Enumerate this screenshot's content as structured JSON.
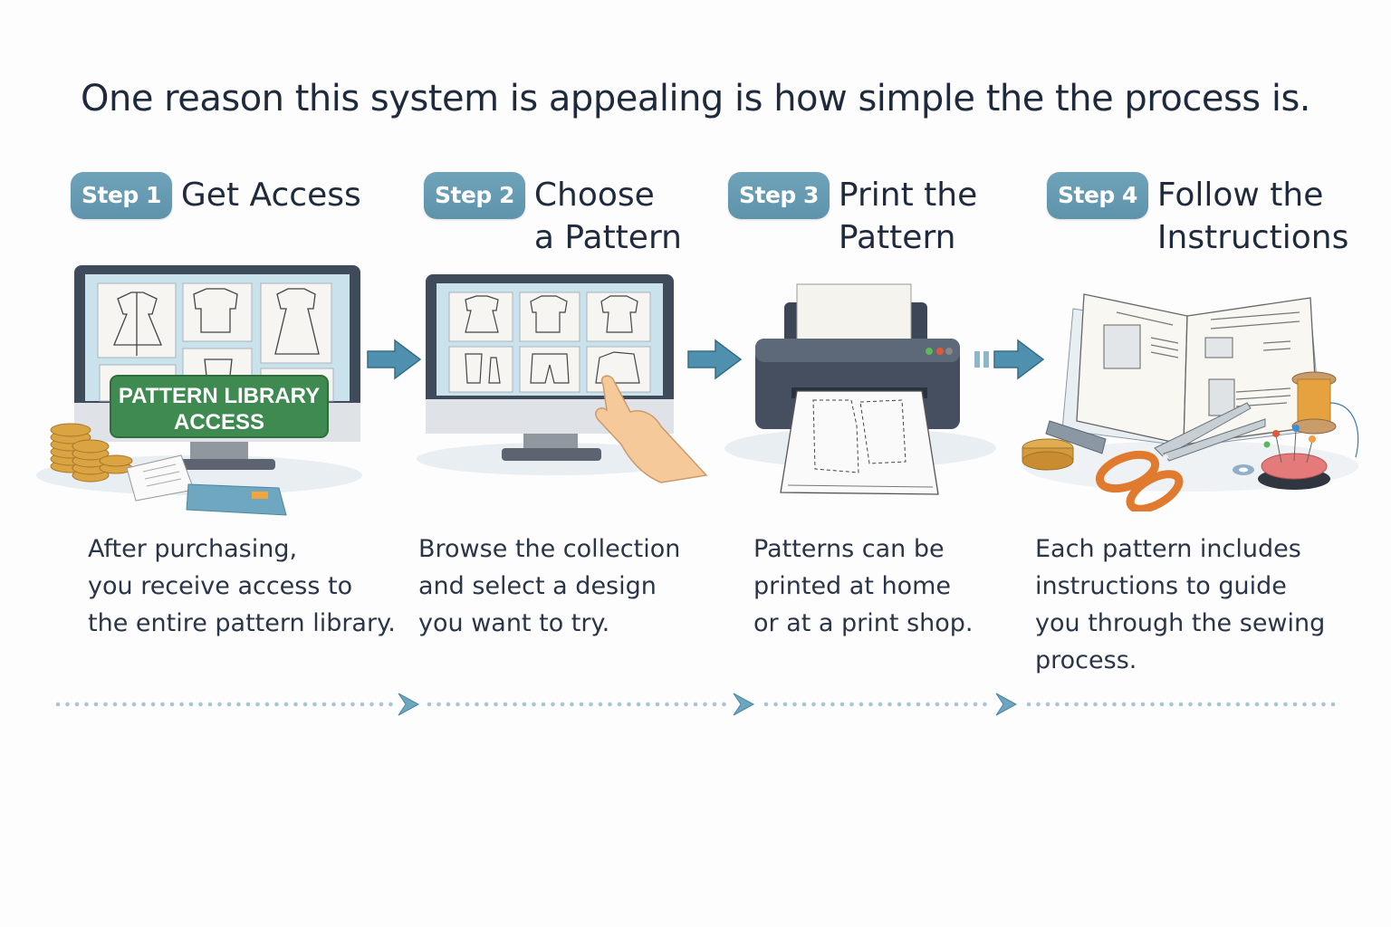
{
  "headline": "One reason this system is appealing is how simple the the process is.",
  "colors": {
    "badge": "#6199b1",
    "arrow": "#4f90af",
    "banner_green": "#3f8a50",
    "text_dark": "#1f2a3c",
    "dots": "#a9c4d2"
  },
  "steps": [
    {
      "badge": "Step 1",
      "title": "Get Access",
      "description": "After purchasing,\nyou receive access to\nthe entire pattern library.",
      "illustration": "monitor-pattern-library-with-coins-and-card",
      "banner": "PATTERN LIBRARY\nACCESS"
    },
    {
      "badge": "Step 2",
      "title": "Choose\na Pattern",
      "description": "Browse the collection\nand select a design\nyou want to try.",
      "illustration": "monitor-pattern-grid-with-hand"
    },
    {
      "badge": "Step 3",
      "title": "Print the\nPattern",
      "description": "Patterns can be\nprinted at home\nor at a print shop.",
      "illustration": "printer-with-pattern-sheet"
    },
    {
      "badge": "Step 4",
      "title": "Follow the\nInstructions",
      "description": "Each pattern includes\ninstructions to guide\nyou through the sewing\nprocess.",
      "illustration": "instruction-book-with-sewing-tools"
    }
  ],
  "connectors": [
    "right-arrow-icon",
    "right-arrow-icon",
    "right-arrow-icon"
  ],
  "timeline": {
    "markers": 3,
    "style": "dotted-arrow-line"
  }
}
